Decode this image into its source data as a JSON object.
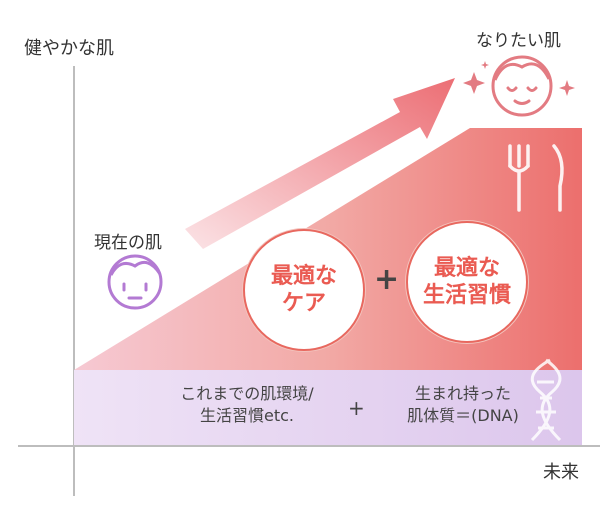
{
  "axes": {
    "y_label": "健やかな肌",
    "x_label": "未来"
  },
  "labels": {
    "goal": "なりたい肌",
    "current": "現在の肌"
  },
  "bubbles": {
    "care": {
      "line1": "最適な",
      "line2": "ケア"
    },
    "lifestyle": {
      "line1": "最適な",
      "line2": "生活習慣"
    },
    "plus": "+"
  },
  "base": {
    "left_line1": "これまでの肌環境/",
    "left_line2": "生活習慣etc.",
    "plus": "+",
    "right_line1": "生まれ持った",
    "right_line2": "肌体質＝(DNA)"
  },
  "icons": [
    "face-current-icon",
    "face-goal-icon",
    "sparkle-icon",
    "fork-knife-icon",
    "dna-icon",
    "arrow-icon"
  ],
  "colors": {
    "coral": "#e8685f",
    "lavender": "#b88bd6",
    "base_band": "#e7d8f2"
  }
}
